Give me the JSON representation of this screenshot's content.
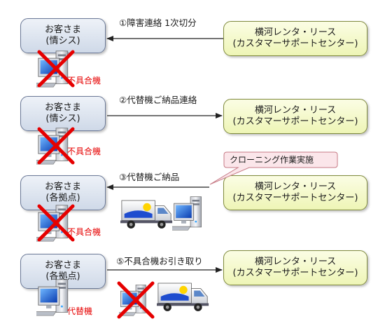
{
  "colors": {
    "customer_fill": "#dfe6f1",
    "partner_fill": "#f4f9cf",
    "cross": "#e60000",
    "label_red": "#e60000"
  },
  "rows": [
    {
      "customer": [
        "お客さま",
        "(情シス)"
      ],
      "partner": [
        "横河レンタ・リース",
        "(カスタマーサポートセンター)"
      ],
      "arrow_label": "①障害連絡 1次切分",
      "direction": "left",
      "pc_label": "不具合機"
    },
    {
      "customer": [
        "お客さま",
        "(情シス)"
      ],
      "partner": [
        "横河レンタ・リース",
        "(カスタマーサポートセンター)"
      ],
      "arrow_label": "②代替機ご納品連絡",
      "direction": "right",
      "pc_label": "不具合機"
    },
    {
      "customer": [
        "お客さま",
        "(各拠点)"
      ],
      "partner": [
        "横河レンタ・リース",
        "(カスタマーサポートセンター)"
      ],
      "arrow_label": "③代替機ご納品",
      "direction": "left",
      "pc_label": "不具合機",
      "callout": "クローニング作業実施"
    },
    {
      "customer": [
        "お客さま",
        "(各拠点)"
      ],
      "partner": [
        "横河レンタ・リース",
        "(カスタマーサポートセンター)"
      ],
      "arrow_label": "⑤不具合機お引き取り",
      "direction": "right",
      "pc_label": "代替機"
    }
  ]
}
